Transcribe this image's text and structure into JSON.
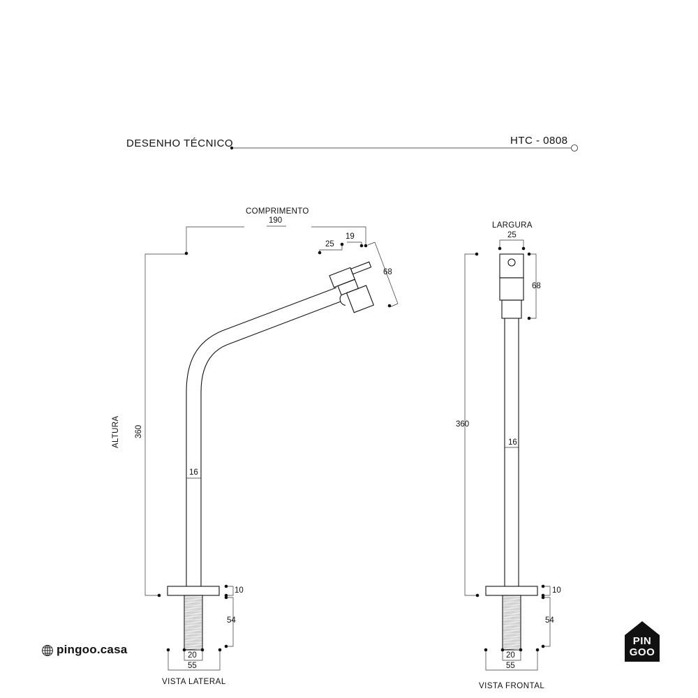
{
  "header": {
    "title": "DESENHO TÉCNICO",
    "code": "HTC - 0808"
  },
  "side_view": {
    "comprimento_label": "COMPRIMENTO",
    "comprimento_value": "190",
    "altura_label": "ALTURA",
    "altura_value": "360",
    "dim_25": "25",
    "dim_19": "19",
    "dim_68": "68",
    "dim_16": "16",
    "dim_10": "10",
    "dim_54": "54",
    "dim_20": "20",
    "dim_55": "55",
    "view_label": "VISTA LATERAL"
  },
  "front_view": {
    "largura_label": "LARGURA",
    "largura_value": "25",
    "dim_68": "68",
    "dim_360": "360",
    "dim_16": "16",
    "dim_10": "10",
    "dim_54": "54",
    "dim_20": "20",
    "dim_55": "55",
    "view_label": "VISTA FRONTAL"
  },
  "footer": {
    "brand": "pingoo.casa",
    "logo_line1": "PIN",
    "logo_line2": "GOO"
  },
  "icons": [
    "globe-icon",
    "pingoo-house-logo"
  ]
}
